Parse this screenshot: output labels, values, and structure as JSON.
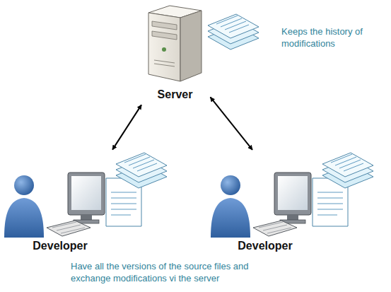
{
  "diagram": {
    "nodes": [
      {
        "text": [
          "Server"
        ]
      },
      {
        "text": [
          "Developer"
        ]
      },
      {
        "text": [
          "Developer"
        ]
      }
    ],
    "edges": [
      {
        "from": 0,
        "to": 1,
        "arrow": "both"
      },
      {
        "from": 0,
        "to": 2,
        "arrow": "both"
      }
    ],
    "labels": [
      "Keeps the history of modifications",
      "Have all the versions of the source files and exchange modifications vi the server"
    ]
  }
}
